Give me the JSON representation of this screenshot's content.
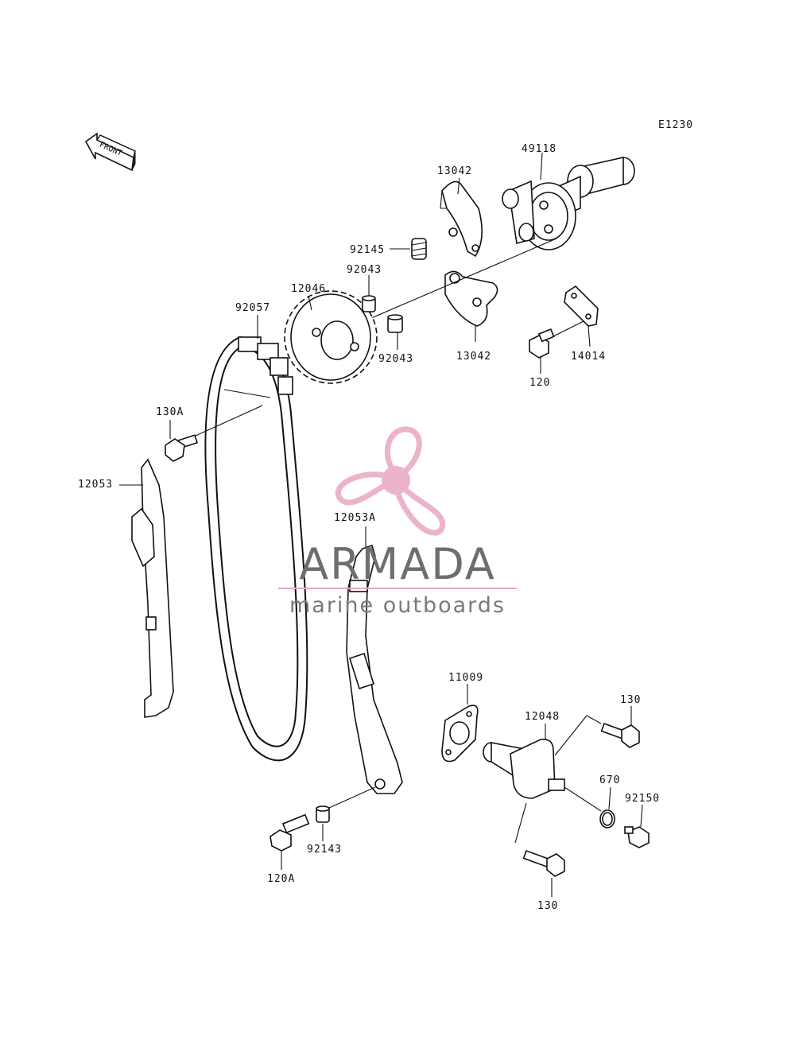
{
  "diagram": {
    "ref_code": "E1230",
    "front_label": "FRONT"
  },
  "parts": [
    {
      "id": "49118",
      "label": "49118"
    },
    {
      "id": "13042_top",
      "label": "13042"
    },
    {
      "id": "92145",
      "label": "92145"
    },
    {
      "id": "12046",
      "label": "12046"
    },
    {
      "id": "92043_top",
      "label": "92043"
    },
    {
      "id": "92057",
      "label": "92057"
    },
    {
      "id": "92043_bottom",
      "label": "92043"
    },
    {
      "id": "13042_bottom",
      "label": "13042"
    },
    {
      "id": "14014",
      "label": "14014"
    },
    {
      "id": "120",
      "label": "120"
    },
    {
      "id": "130A",
      "label": "130A"
    },
    {
      "id": "12053",
      "label": "12053"
    },
    {
      "id": "12053A",
      "label": "12053A"
    },
    {
      "id": "11009",
      "label": "11009"
    },
    {
      "id": "12048",
      "label": "12048"
    },
    {
      "id": "130_top",
      "label": "130"
    },
    {
      "id": "670",
      "label": "670"
    },
    {
      "id": "92150",
      "label": "92150"
    },
    {
      "id": "92143",
      "label": "92143"
    },
    {
      "id": "120A",
      "label": "120A"
    },
    {
      "id": "130_bottom",
      "label": "130"
    }
  ],
  "watermark": {
    "title": "ARMADA",
    "subtitle": "marine outboards",
    "accent_color": "#e8a6c4",
    "text_color": "#6e6e6e"
  }
}
